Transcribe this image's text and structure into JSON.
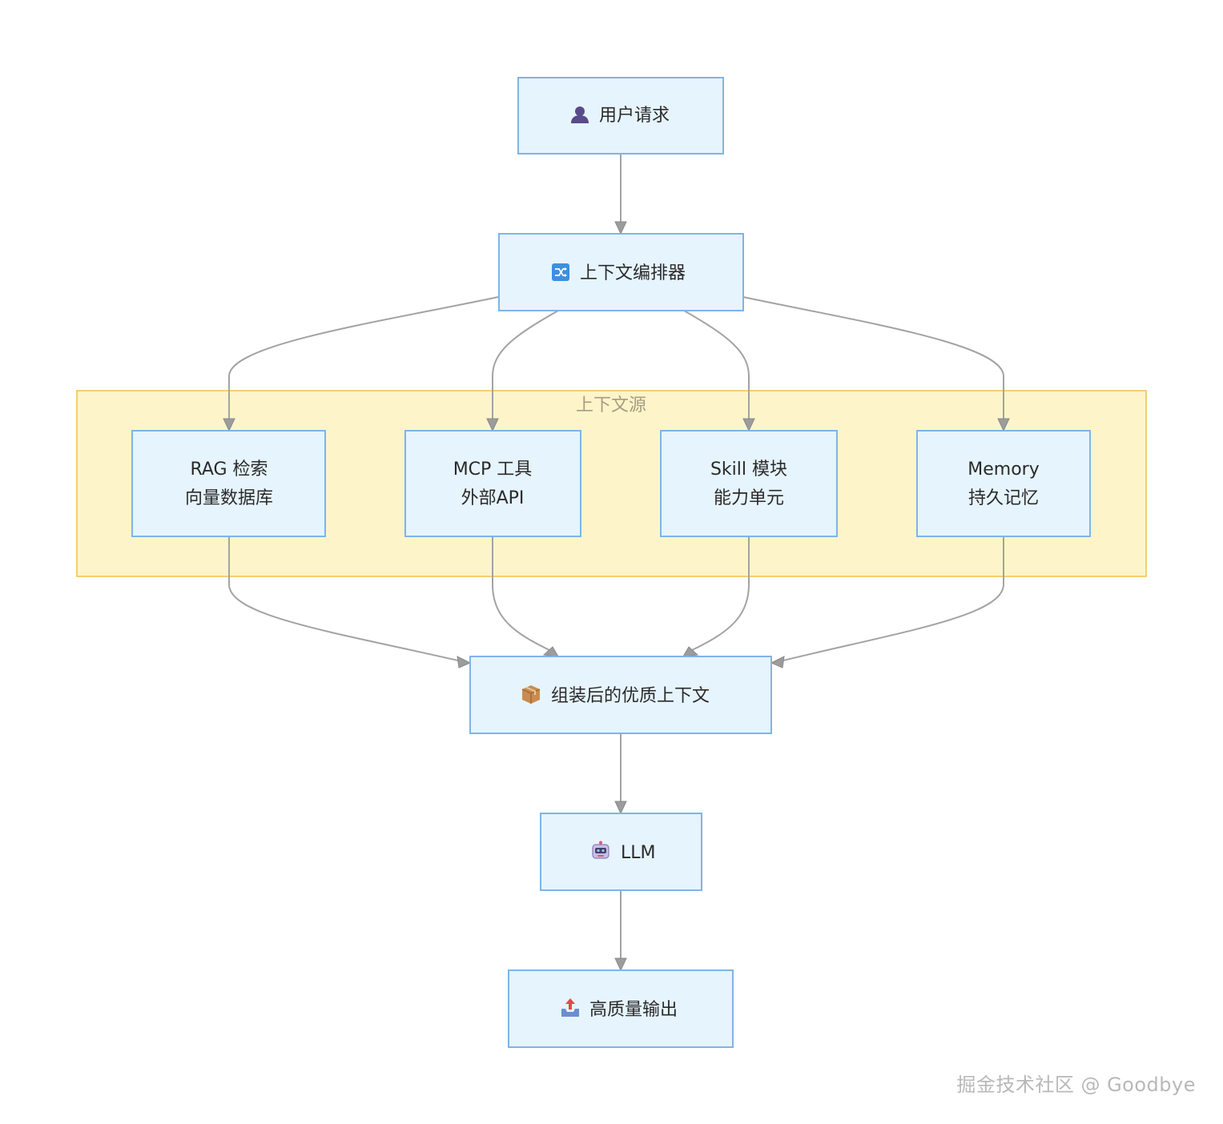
{
  "colors": {
    "node_fill": "#e6f4fd",
    "node_stroke": "#7fb4e8",
    "group_fill": "#fdf5c9",
    "group_stroke": "#f1c04a",
    "edge": "#a3a3a3"
  },
  "group": {
    "label": "上下文源"
  },
  "nodes": {
    "user_request": {
      "icon": "person-icon",
      "label": "用户请求"
    },
    "orchestrator": {
      "icon": "shuffle-icon",
      "label": "上下文编排器"
    },
    "rag": {
      "line1": "RAG 检索",
      "line2": "向量数据库"
    },
    "mcp": {
      "line1": "MCP 工具",
      "line2": "外部API"
    },
    "skill": {
      "line1": "Skill 模块",
      "line2": "能力单元"
    },
    "memory": {
      "line1": "Memory",
      "line2": "持久记忆"
    },
    "assembled": {
      "icon": "package-icon",
      "label": "组装后的优质上下文"
    },
    "llm": {
      "icon": "robot-icon",
      "label": "LLM"
    },
    "output": {
      "icon": "outbox-tray-icon",
      "label": "高质量输出"
    }
  },
  "watermark": "掘金技术社区 @ Goodbye"
}
